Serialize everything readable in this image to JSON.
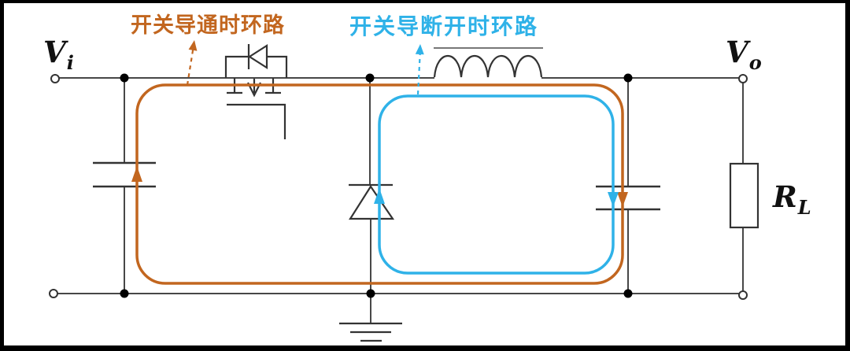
{
  "labels": {
    "input_voltage": {
      "symbol": "V",
      "subscript": "i"
    },
    "output_voltage": {
      "symbol": "V",
      "subscript": "o"
    },
    "load_resistor": {
      "symbol": "R",
      "subscript": "L"
    }
  },
  "annotations": {
    "switch_on_loop": {
      "text": "开关导通时环路",
      "color": "#C2661F"
    },
    "switch_off_loop": {
      "text": "开关导断开时环路",
      "color": "#2FB2E8"
    }
  },
  "colors": {
    "background": "#FFFFFF",
    "frame": "#000000",
    "wire": "#474747",
    "component_stroke": "#333333",
    "junction_dot": "#000000",
    "inductor_core": "#777777",
    "switch_on_loop": "#C2661F",
    "switch_off_loop": "#2FB2E8"
  },
  "components": [
    {
      "name": "input-terminal"
    },
    {
      "name": "input-capacitor"
    },
    {
      "name": "mosfet-switch"
    },
    {
      "name": "body-diode"
    },
    {
      "name": "inductor"
    },
    {
      "name": "freewheeling-diode"
    },
    {
      "name": "output-capacitor"
    },
    {
      "name": "load-resistor"
    },
    {
      "name": "ground"
    },
    {
      "name": "output-terminal"
    }
  ]
}
